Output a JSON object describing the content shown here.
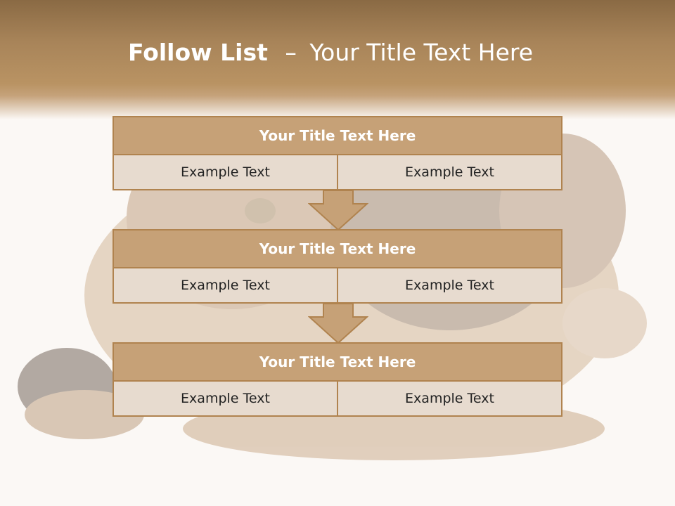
{
  "title": {
    "strong": "Follow List",
    "separator": "–",
    "rest": "Your Title Text Here"
  },
  "blocks": [
    {
      "title": "Your Title Text Here",
      "left": "Example Text",
      "right": "Example Text"
    },
    {
      "title": "Your Title Text Here",
      "left": "Example Text",
      "right": "Example Text"
    },
    {
      "title": "Your Title Text Here",
      "left": "Example Text",
      "right": "Example Text"
    }
  ],
  "colors": {
    "header": "#a88459",
    "block_title": "#c6a177",
    "block_cell": "#e7dbcf",
    "border": "#b0834f"
  }
}
